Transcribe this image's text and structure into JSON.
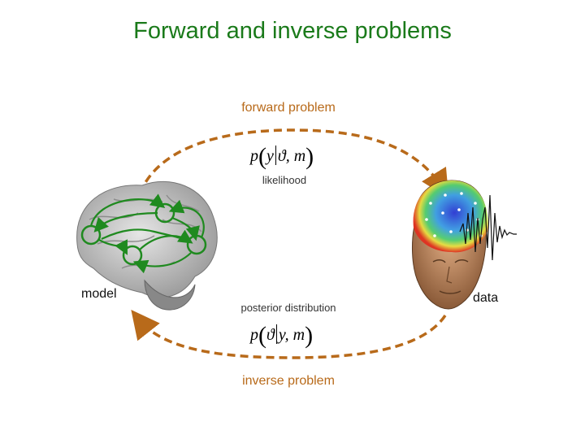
{
  "title": "Forward and inverse problems",
  "forward": {
    "label": "forward problem",
    "formula": {
      "p": "p",
      "y": "y",
      "theta": "ϑ",
      "m": ", m"
    },
    "sublabel": "likelihood"
  },
  "inverse": {
    "label": "inverse problem",
    "formula": {
      "p": "p",
      "theta": "ϑ",
      "y": "y",
      "m": ", m"
    },
    "sublabel": "posterior distribution"
  },
  "model_label": "model",
  "data_label": "data",
  "colors": {
    "title": "#1a7a1a",
    "arrow": "#b86a1a",
    "network": "#1f8a1f"
  },
  "icons": [
    "brain-image",
    "head-eeg-image",
    "eeg-trace"
  ]
}
